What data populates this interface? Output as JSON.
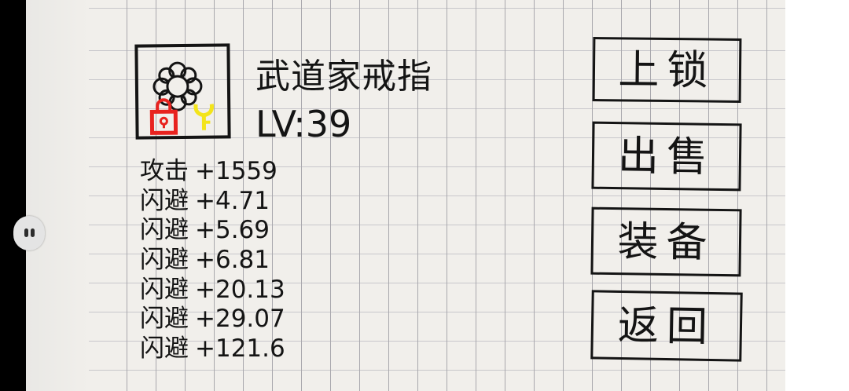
{
  "item": {
    "name": "武道家戒指",
    "level": "LV:39",
    "icon": "ring-icon",
    "lock_icon": "lock-icon",
    "key_icon": "key-icon",
    "lock_color": "#e8231f",
    "key_color": "#f3e41a"
  },
  "stats": [
    {
      "name": "攻击",
      "value": "+1559"
    },
    {
      "name": "闪避",
      "value": "+4.71"
    },
    {
      "name": "闪避",
      "value": "+5.69"
    },
    {
      "name": "闪避",
      "value": "+6.81"
    },
    {
      "name": "闪避",
      "value": "+20.13"
    },
    {
      "name": "闪避",
      "value": "+29.07"
    },
    {
      "name": "闪避",
      "value": "+121.6"
    }
  ],
  "buttons": {
    "lock": "上锁",
    "sell": "出售",
    "equip": "装备",
    "back": "返回"
  },
  "colors": {
    "paper": "#f1efeb",
    "ink": "#141414",
    "grid_line": "#a9a8ad"
  }
}
